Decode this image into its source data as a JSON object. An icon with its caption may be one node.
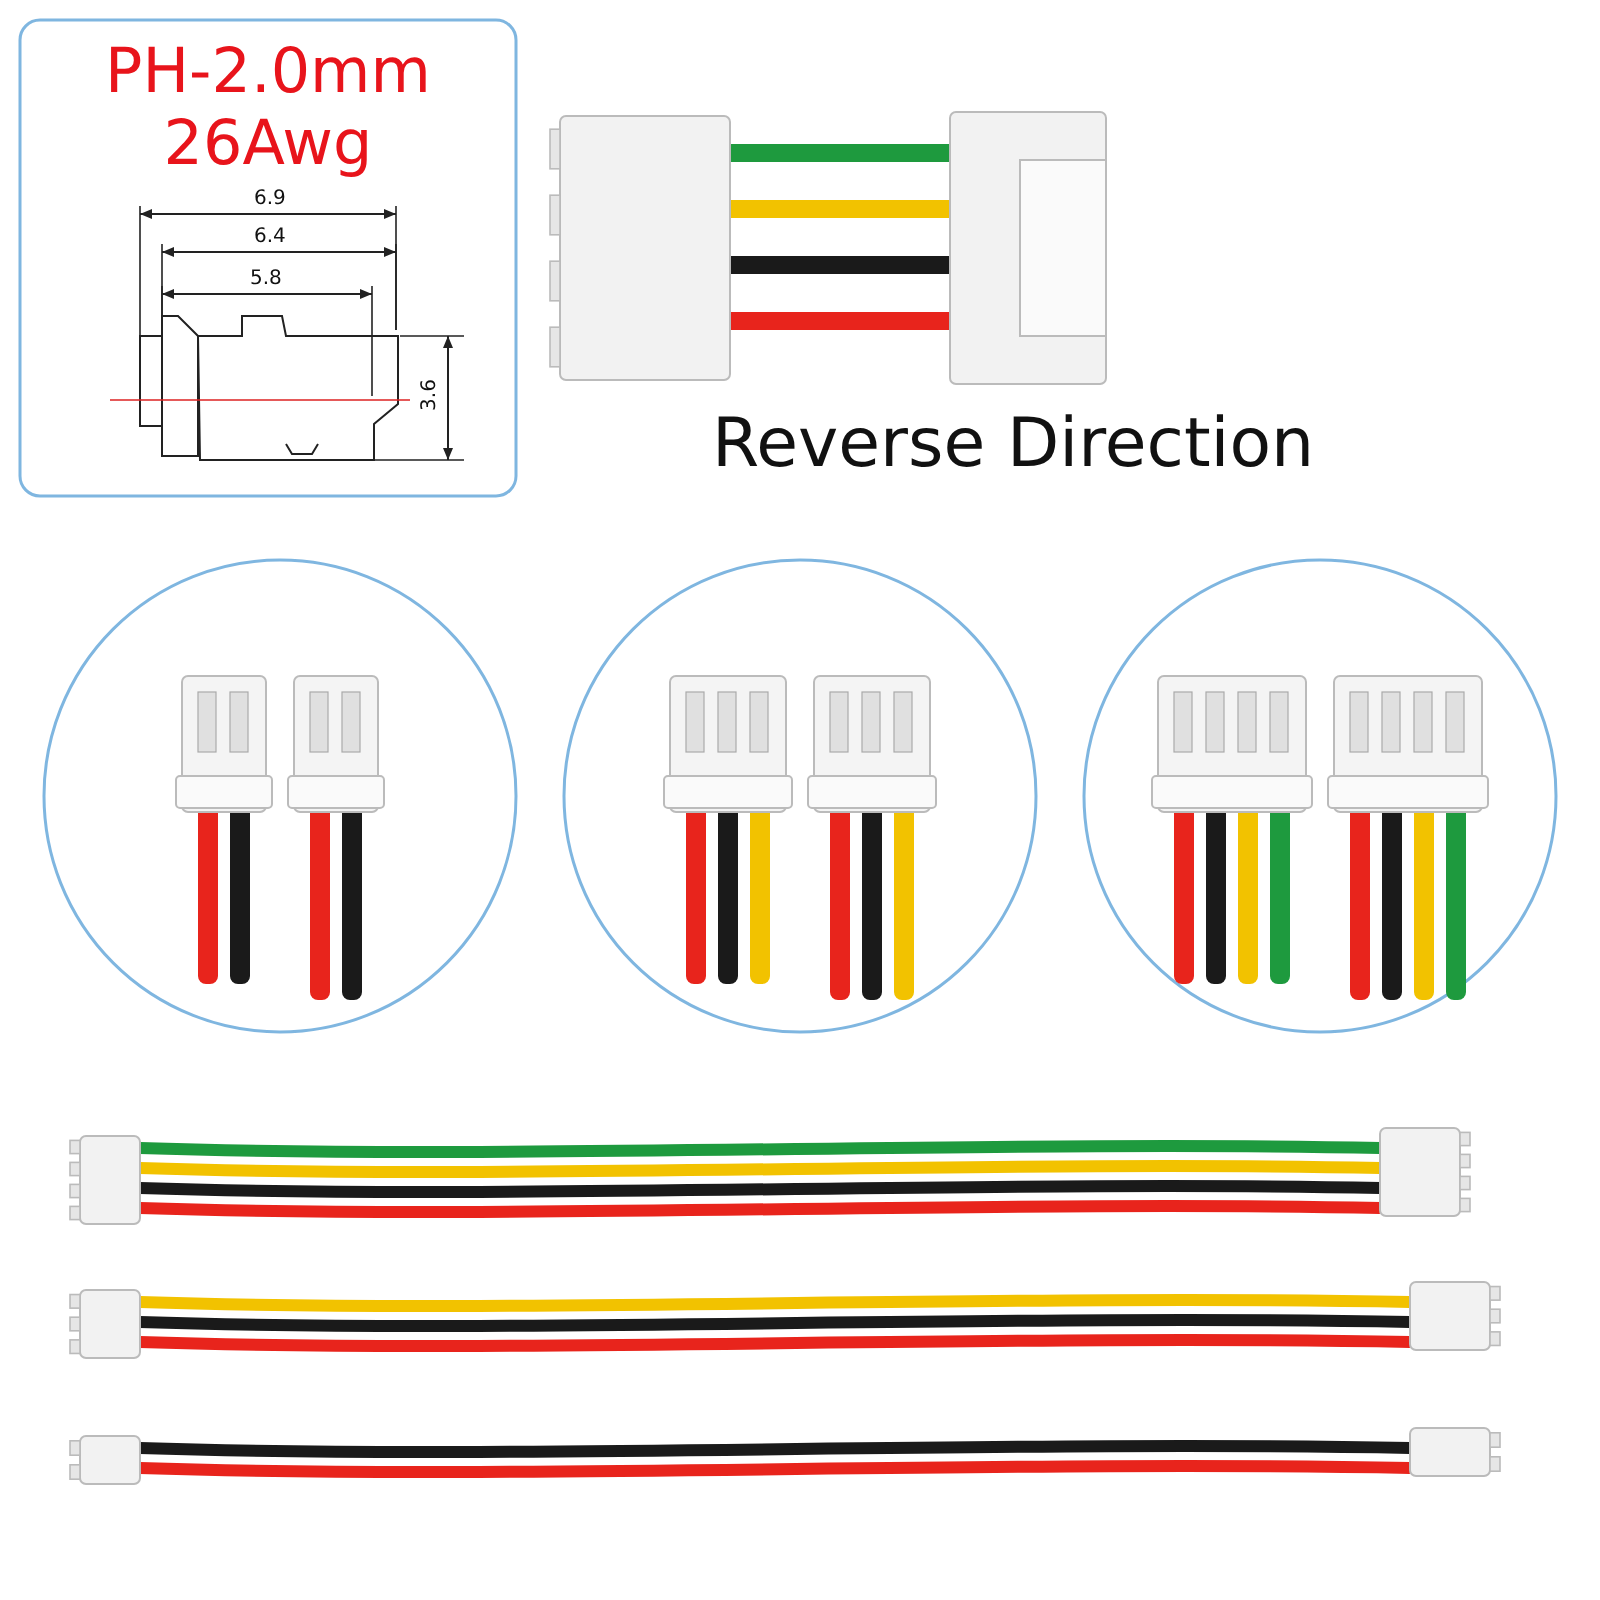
{
  "diagram": {
    "labels": [
      "PH-2.0mm",
      "26Awg",
      "6.9",
      "6.4",
      "5.8",
      "3.6",
      "Reverse Direction"
    ]
  }
}
